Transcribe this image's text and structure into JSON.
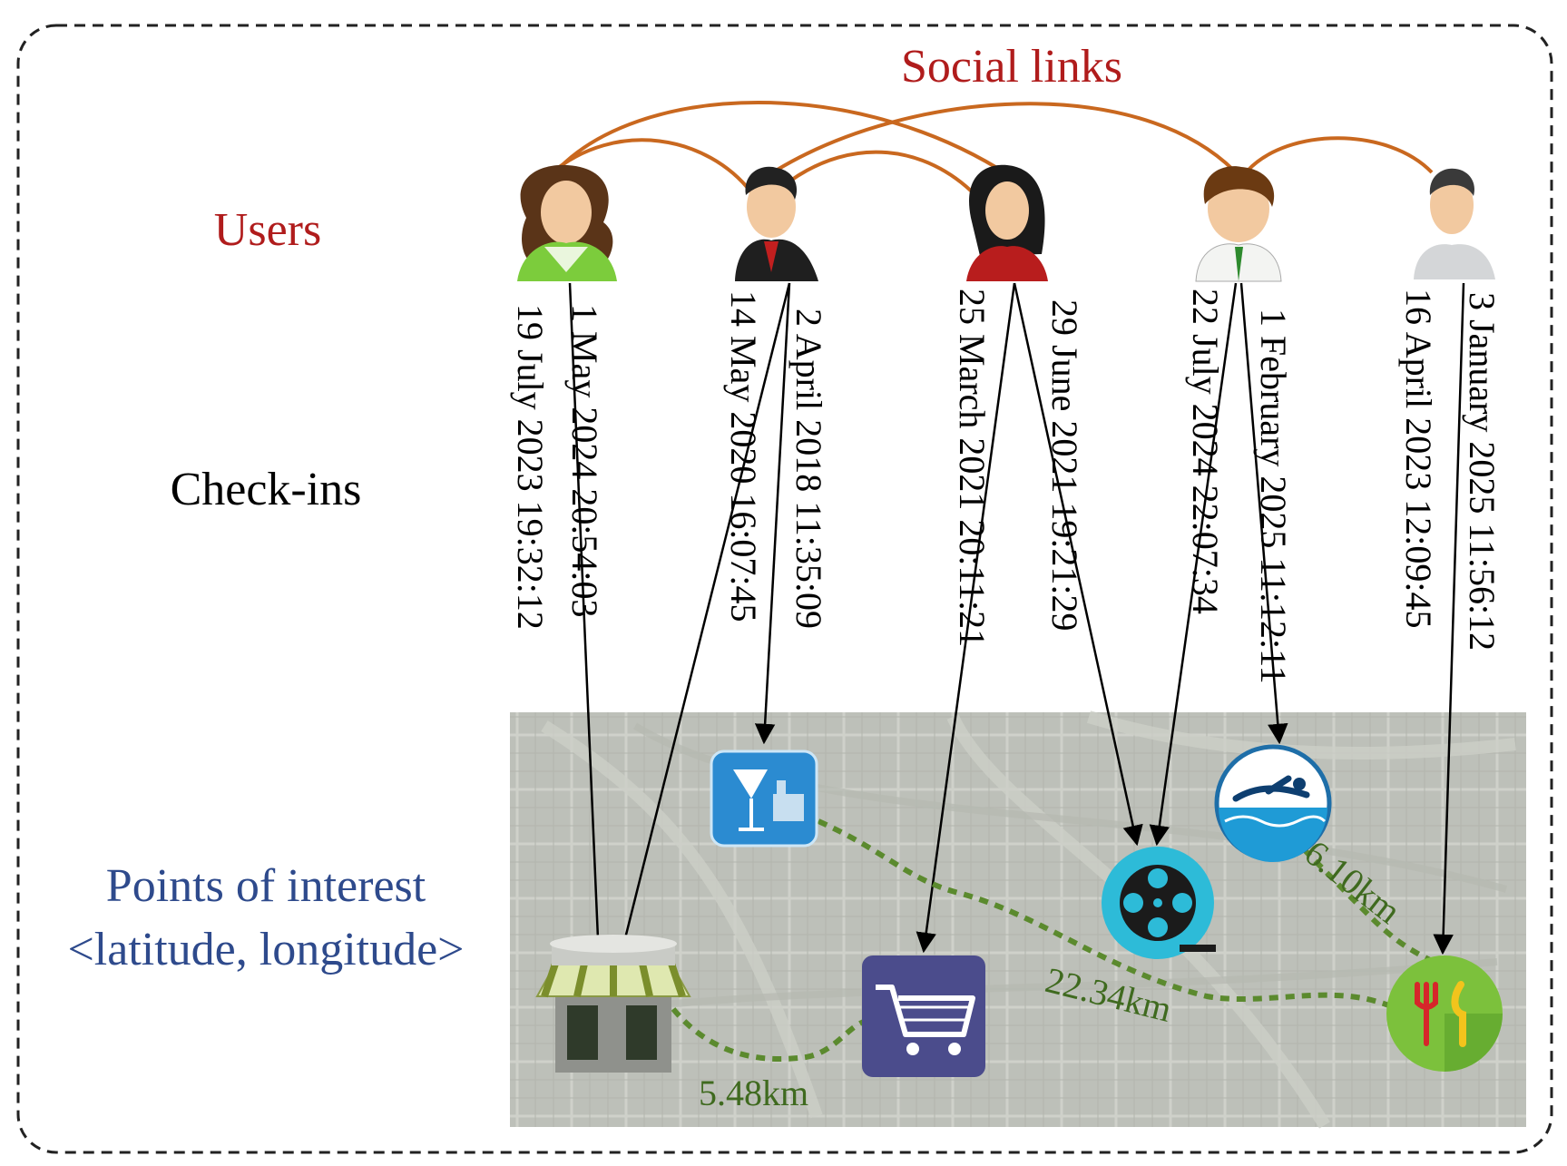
{
  "labels": {
    "social_links": "Social links",
    "users": "Users",
    "checkins": "Check-ins",
    "poi_line1": "Points of interest",
    "poi_line2": "<latitude, longitude>"
  },
  "colors": {
    "social_links_label": "#b01c1c",
    "users_label": "#b01c1c",
    "checkins_label": "#000000",
    "poi_label": "#2e4a8c",
    "social_link_line": "#c9681f",
    "distance_line": "#5b8a2e",
    "distance_text": "#3f6a1f"
  },
  "users": [
    {
      "icon": "woman-green-user-icon"
    },
    {
      "icon": "man-suit-user-icon"
    },
    {
      "icon": "woman-red-user-icon"
    },
    {
      "icon": "man-white-shirt-user-icon"
    },
    {
      "icon": "man-grey-user-icon"
    }
  ],
  "checkins": [
    "19 July 2023 19:32:12",
    "1 May 2024 20:54:03",
    "14 May 2020 16:07:45",
    "2 April 2018 11:35:09",
    "25 March 2021 20:11:21",
    "29 June 2021 19:21:29",
    "22 July 2024 22:07:34",
    "1 February 2025 11:12:11",
    "16 April 2023 12:09:45",
    "3 January 2025 11:56:12"
  ],
  "pois": [
    {
      "icon": "store-icon"
    },
    {
      "icon": "bar-icon"
    },
    {
      "icon": "shopping-cart-icon"
    },
    {
      "icon": "film-reel-icon"
    },
    {
      "icon": "swimming-icon"
    },
    {
      "icon": "restaurant-icon"
    }
  ],
  "distances": [
    "5.48km",
    "22.34km",
    "6.10km"
  ]
}
